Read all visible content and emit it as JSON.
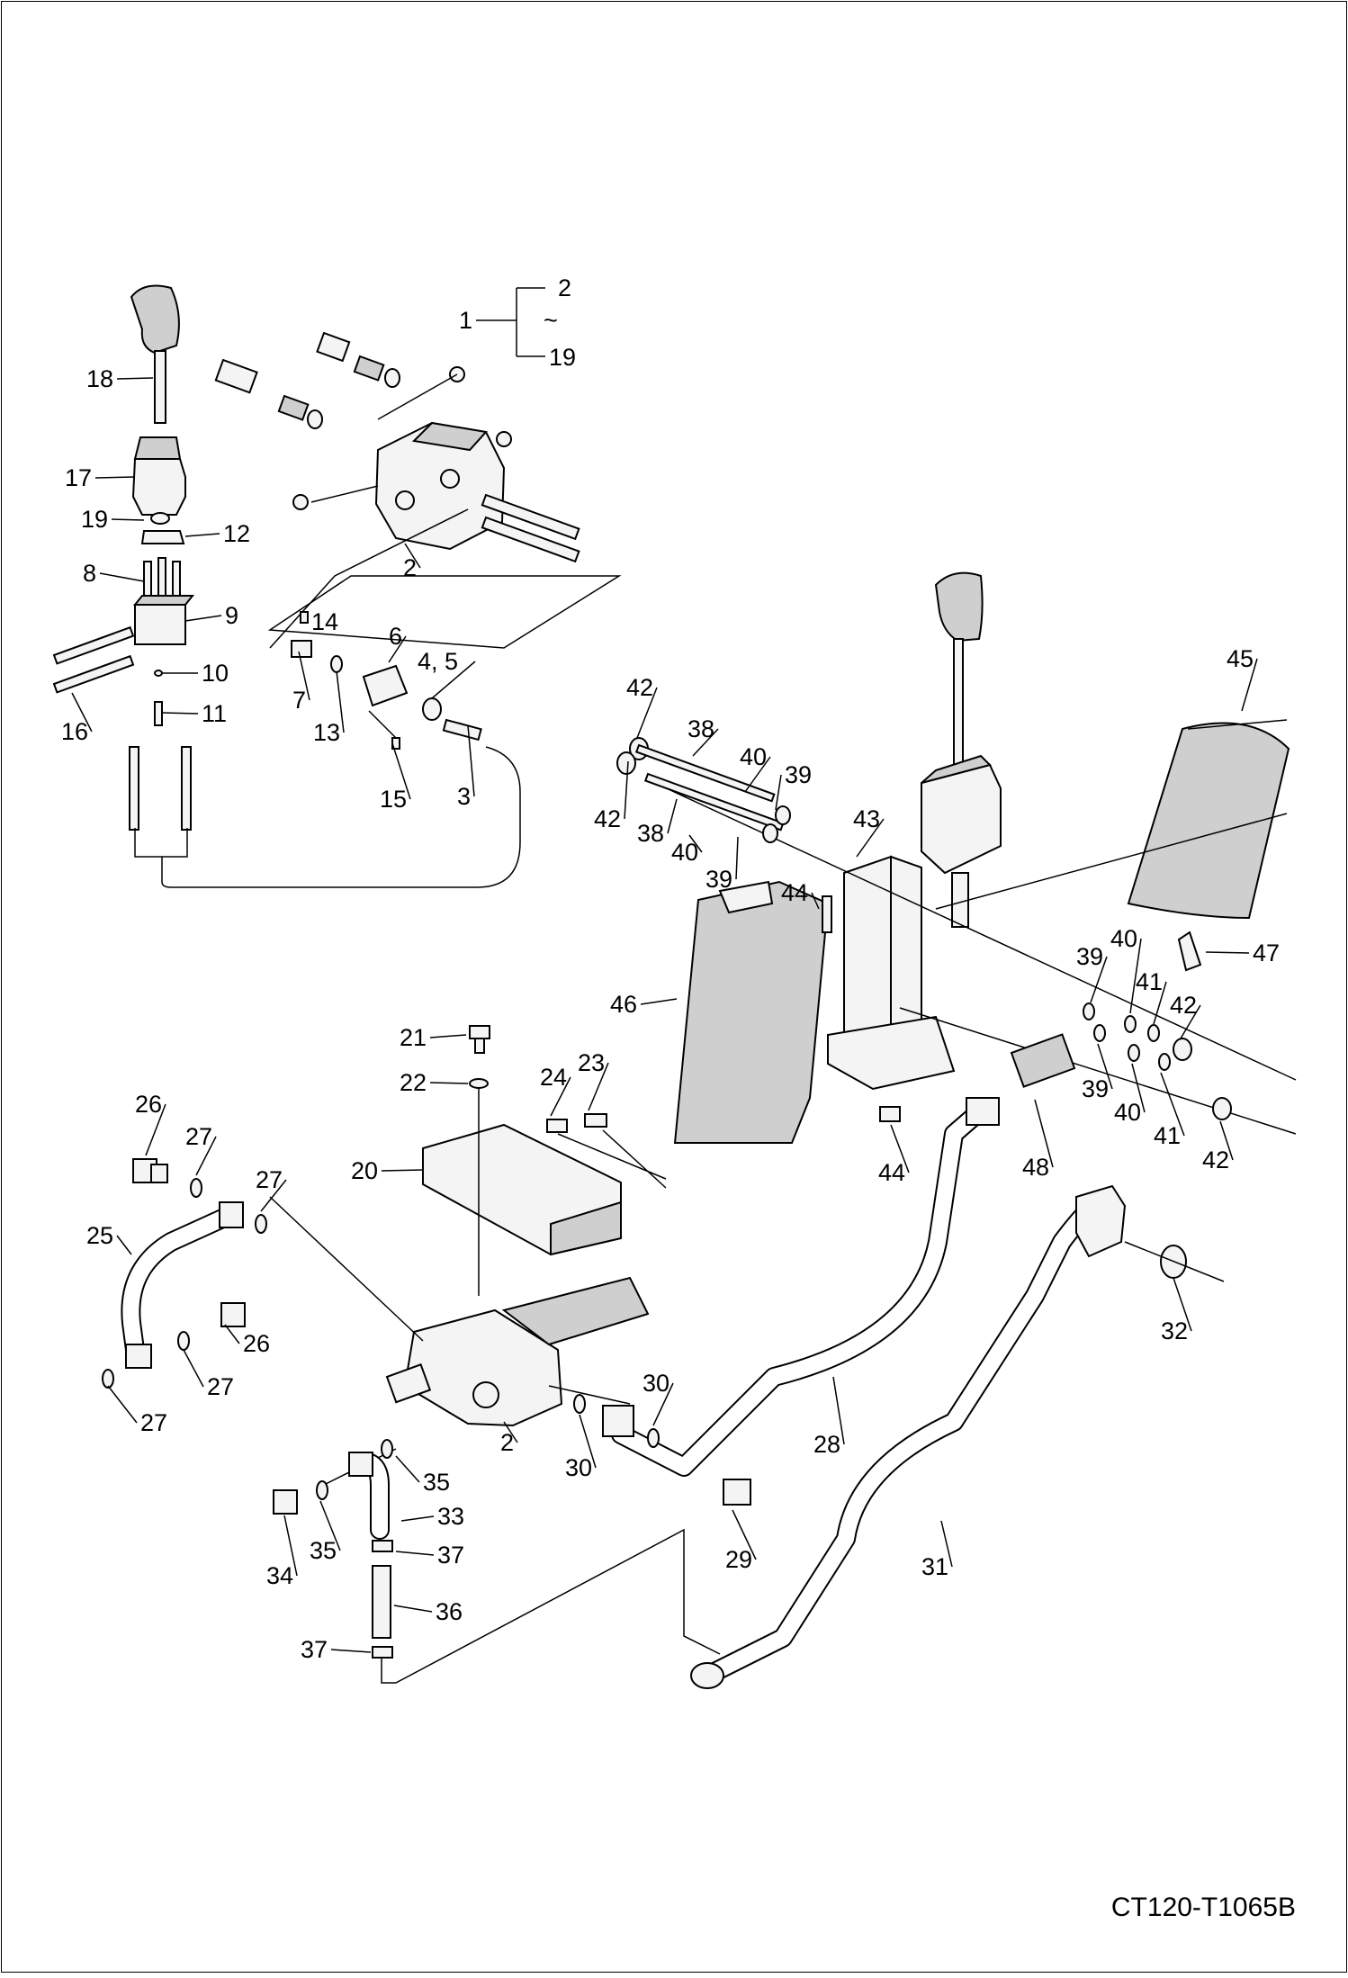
{
  "drawing_code": "CT120-T1065B",
  "bracket": {
    "top": "2",
    "tilde": "~",
    "bottom": "19"
  },
  "callouts": [
    {
      "t": "1"
    },
    {
      "t": "18"
    },
    {
      "t": "17"
    },
    {
      "t": "19"
    },
    {
      "t": "12"
    },
    {
      "t": "8"
    },
    {
      "t": "9"
    },
    {
      "t": "10"
    },
    {
      "t": "11"
    },
    {
      "t": "16"
    },
    {
      "t": "2"
    },
    {
      "t": "14"
    },
    {
      "t": "6"
    },
    {
      "t": "4, 5"
    },
    {
      "t": "7"
    },
    {
      "t": "13"
    },
    {
      "t": "15"
    },
    {
      "t": "3"
    },
    {
      "t": "42"
    },
    {
      "t": "38"
    },
    {
      "t": "40"
    },
    {
      "t": "39"
    },
    {
      "t": "42"
    },
    {
      "t": "38"
    },
    {
      "t": "40"
    },
    {
      "t": "39"
    },
    {
      "t": "43"
    },
    {
      "t": "45"
    },
    {
      "t": "44"
    },
    {
      "t": "46"
    },
    {
      "t": "47"
    },
    {
      "t": "39"
    },
    {
      "t": "40"
    },
    {
      "t": "41"
    },
    {
      "t": "42"
    },
    {
      "t": "39"
    },
    {
      "t": "40"
    },
    {
      "t": "41"
    },
    {
      "t": "42"
    },
    {
      "t": "44"
    },
    {
      "t": "48"
    },
    {
      "t": "21"
    },
    {
      "t": "22"
    },
    {
      "t": "24"
    },
    {
      "t": "23"
    },
    {
      "t": "26"
    },
    {
      "t": "27"
    },
    {
      "t": "27"
    },
    {
      "t": "20"
    },
    {
      "t": "25"
    },
    {
      "t": "26"
    },
    {
      "t": "27"
    },
    {
      "t": "27"
    },
    {
      "t": "32"
    },
    {
      "t": "30"
    },
    {
      "t": "30"
    },
    {
      "t": "2"
    },
    {
      "t": "28"
    },
    {
      "t": "35"
    },
    {
      "t": "33"
    },
    {
      "t": "35"
    },
    {
      "t": "34"
    },
    {
      "t": "37"
    },
    {
      "t": "36"
    },
    {
      "t": "37"
    },
    {
      "t": "29"
    },
    {
      "t": "31"
    }
  ]
}
